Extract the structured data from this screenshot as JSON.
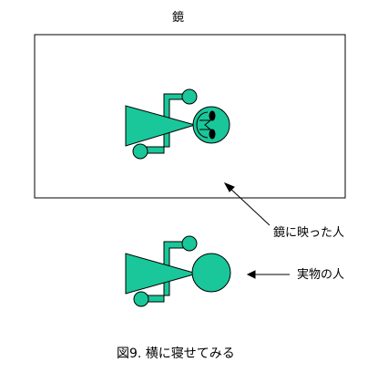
{
  "mirror": {
    "title": "鏡"
  },
  "labels": {
    "reflection": "鏡に映った人",
    "real_person": "実物の人"
  },
  "caption": "図9. 横に寝せてみる",
  "colors": {
    "figure_fill": "#19c79a",
    "outline": "#000000",
    "background": "#ffffff"
  }
}
